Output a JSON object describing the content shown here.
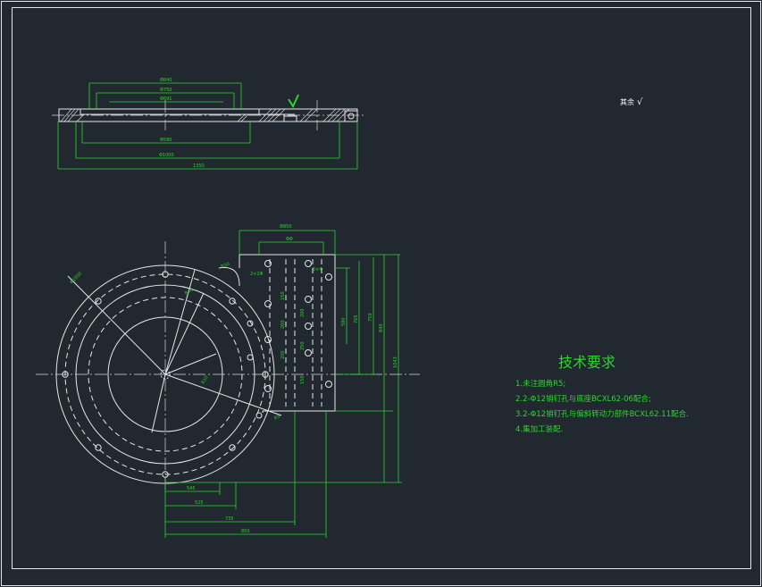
{
  "section_view": {
    "dims": [
      "Φ840",
      "Φ750",
      "Φ691",
      "Φ580",
      "Φ1000",
      "1350"
    ]
  },
  "plan_view": {
    "dims_top": [
      "Φ850",
      "ΦΦ"
    ],
    "dims_right": [
      "590",
      "765",
      "840",
      "1043",
      "750"
    ],
    "dims_inner": [
      "2×2Φ",
      "6×Φ",
      "150",
      "200",
      "200",
      "200",
      "250",
      "150"
    ],
    "dims_bottom": [
      "545",
      "525",
      "735",
      "850"
    ],
    "radius_labels": [
      "Φ1050",
      "R50",
      "R40",
      "R10",
      "R5"
    ]
  },
  "roughness": {
    "label": "其余",
    "symbol": "√"
  },
  "technical_requirements": {
    "title": "技术要求",
    "items": [
      "1.未注圆角R5;",
      "2.2-Φ12销钉孔与底座BCXL62-06配合;",
      "3.2-Φ12销钉孔与偏斜转动力部件BCXL62.11配合.",
      "4.集加工装配."
    ]
  },
  "colors": {
    "background": "#212830",
    "geometry": "#e6e6e6",
    "annotation": "#2bd62b"
  }
}
